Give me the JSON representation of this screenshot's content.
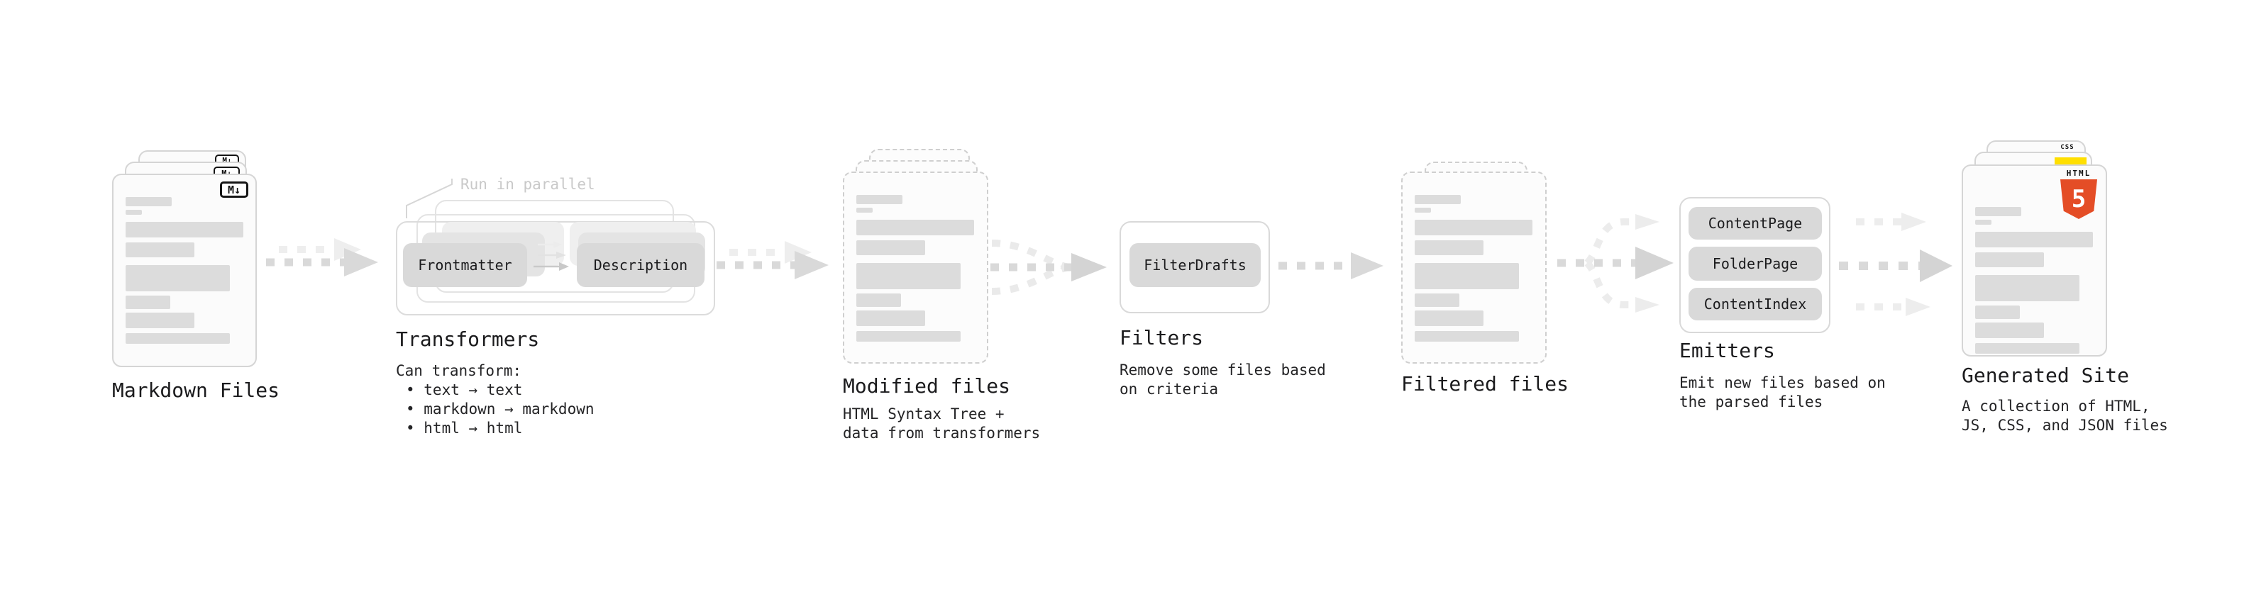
{
  "stages": {
    "markdown": {
      "title": "Markdown Files",
      "badge": "M↓"
    },
    "transformers": {
      "title": "Transformers",
      "note": "Run in parallel",
      "pill_frontmatter": "Frontmatter",
      "pill_description": "Description",
      "desc_heading": "Can transform:",
      "bullets": [
        "• text → text",
        "• markdown → markdown",
        "• html → html"
      ]
    },
    "modified": {
      "title": "Modified files",
      "desc_line1": "HTML Syntax Tree +",
      "desc_line2": "data from transformers"
    },
    "filters": {
      "title": "Filters",
      "pill": "FilterDrafts",
      "desc_line1": "Remove some files based",
      "desc_line2": "on criteria"
    },
    "filtered": {
      "title": "Filtered files"
    },
    "emitters": {
      "title": "Emitters",
      "pills": [
        "ContentPage",
        "FolderPage",
        "ContentIndex"
      ],
      "desc_line1": "Emit new files based on",
      "desc_line2": "the parsed files"
    },
    "generated": {
      "title": "Generated Site",
      "desc_line1": "A collection of HTML,",
      "desc_line2": "JS, CSS, and JSON files",
      "html5_label": "HTML",
      "html5_number": "5",
      "css_label": "CSS"
    }
  },
  "colors": {
    "html5_orange": "#e44d26",
    "js_yellow": "#ffdf00",
    "css_blue": "#2b63e8",
    "pill_gray": "#d9d9d9",
    "arrow_gray": "#d9d9d9",
    "arrow_light": "#ededed",
    "note_gray": "#c9c9c9"
  }
}
